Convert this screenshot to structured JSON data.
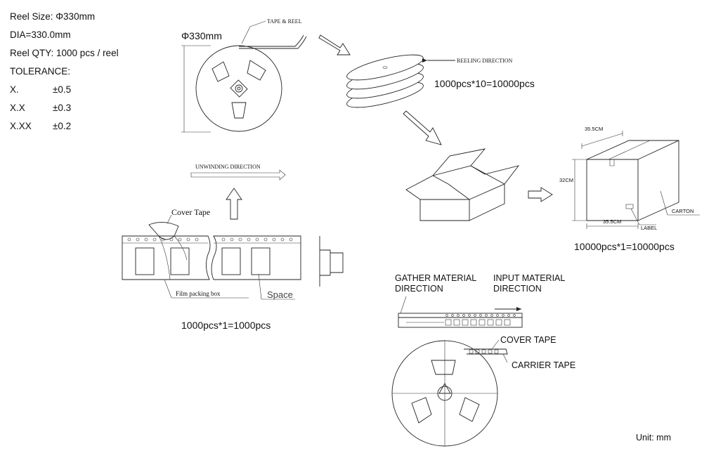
{
  "spec": {
    "reel_size": "Reel Size: Φ330mm",
    "dia": "DIA=330.0mm",
    "reel_qty": "Reel QTY: 1000 pcs / reel",
    "tolerance_title": "TOLERANCE:",
    "tolerances": [
      {
        "k": "X.",
        "v": "±0.5"
      },
      {
        "k": "X.X",
        "v": "±0.3"
      },
      {
        "k": "X.XX",
        "v": "±0.2"
      }
    ]
  },
  "reel": {
    "diameter_label": "Φ330mm",
    "tape_reel_label": "TAPE & REEL"
  },
  "stack": {
    "reeling_direction": "REELING DIRECTION",
    "qty": "1000pcs*10=10000pcs"
  },
  "carton": {
    "width_top": "35.5CM",
    "height": "32CM",
    "width_bottom": "35.5CM",
    "carton_label": "CARTON",
    "label_label": "LABEL",
    "qty": "10000pcs*1=10000pcs"
  },
  "tape": {
    "unwinding_direction": "UNWINDING DIRECTION",
    "cover_tape": "Cover Tape",
    "film_packing_box": "Film packing box",
    "space": "Space",
    "qty": "1000pcs*1=1000pcs"
  },
  "feed": {
    "gather_1": "GATHER MATERIAL",
    "gather_2": "DIRECTION",
    "input_1": "INPUT MATERIAL",
    "input_2": "DIRECTION",
    "cover_tape": "COVER TAPE",
    "carrier_tape": "CARRIER TAPE"
  },
  "unit": "Unit: mm"
}
